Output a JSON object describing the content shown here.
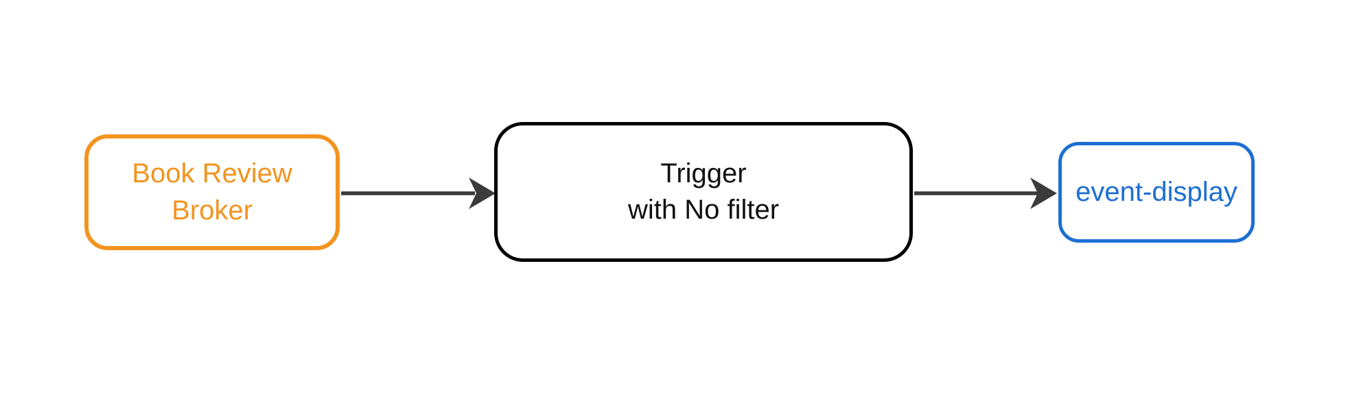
{
  "diagram": {
    "background_color": "#ffffff",
    "nodes": {
      "broker": {
        "line1": "Book Review",
        "line2": "Broker",
        "color": "#F2941F"
      },
      "trigger": {
        "line1": "Trigger",
        "line2": "with No filter",
        "color": "#000000"
      },
      "sink": {
        "label": "event-display",
        "color": "#1C6FD2"
      }
    },
    "edges": [
      {
        "from": "broker",
        "to": "trigger"
      },
      {
        "from": "trigger",
        "to": "sink"
      }
    ],
    "arrow_color": "#3B3B3B"
  }
}
